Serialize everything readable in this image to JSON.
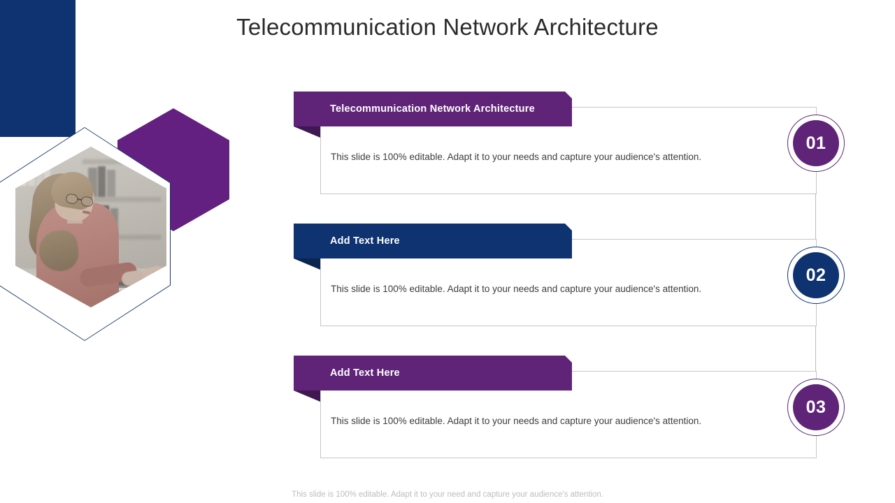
{
  "slide": {
    "title": "Telecommunication Network Architecture",
    "footer": "This slide is 100% editable. Adapt it to your need and capture your audience's attention.",
    "colors": {
      "purple": "#5F2478",
      "purple_hex": "#642080",
      "navy": "#0E3370",
      "fold_purple": "#3F1751",
      "fold_navy": "#0A2550",
      "box_border": "#C6C6C6",
      "title_text": "#2B2B2B",
      "body_text": "#3C3C3C",
      "footer_text": "#BDBDBD"
    }
  },
  "decor": {
    "navy_bar": "navy-rectangle-accent",
    "back_hexagon": "purple-hexagon",
    "photo_hexagon": "hexagon-photo-frame",
    "photo_alt": "woman with glasses typing on a laptop in an office"
  },
  "blocks": [
    {
      "number": "01",
      "heading": "Telecommunication Network Architecture",
      "body": "This slide is 100% editable. Adapt it to your needs and capture your audience's attention.",
      "accent": "#5F2478",
      "fold": "#3F1751",
      "ring": "#5F2478"
    },
    {
      "number": "02",
      "heading": "Add Text Here",
      "body": "This slide is 100% editable. Adapt it to your needs and capture your audience's attention.",
      "accent": "#0E3370",
      "fold": "#0A2550",
      "ring": "#0E3370"
    },
    {
      "number": "03",
      "heading": "Add Text Here",
      "body": "This slide is 100% editable. Adapt it to your needs and capture your audience's attention.",
      "accent": "#5F2478",
      "fold": "#3F1751",
      "ring": "#5F2478"
    }
  ]
}
